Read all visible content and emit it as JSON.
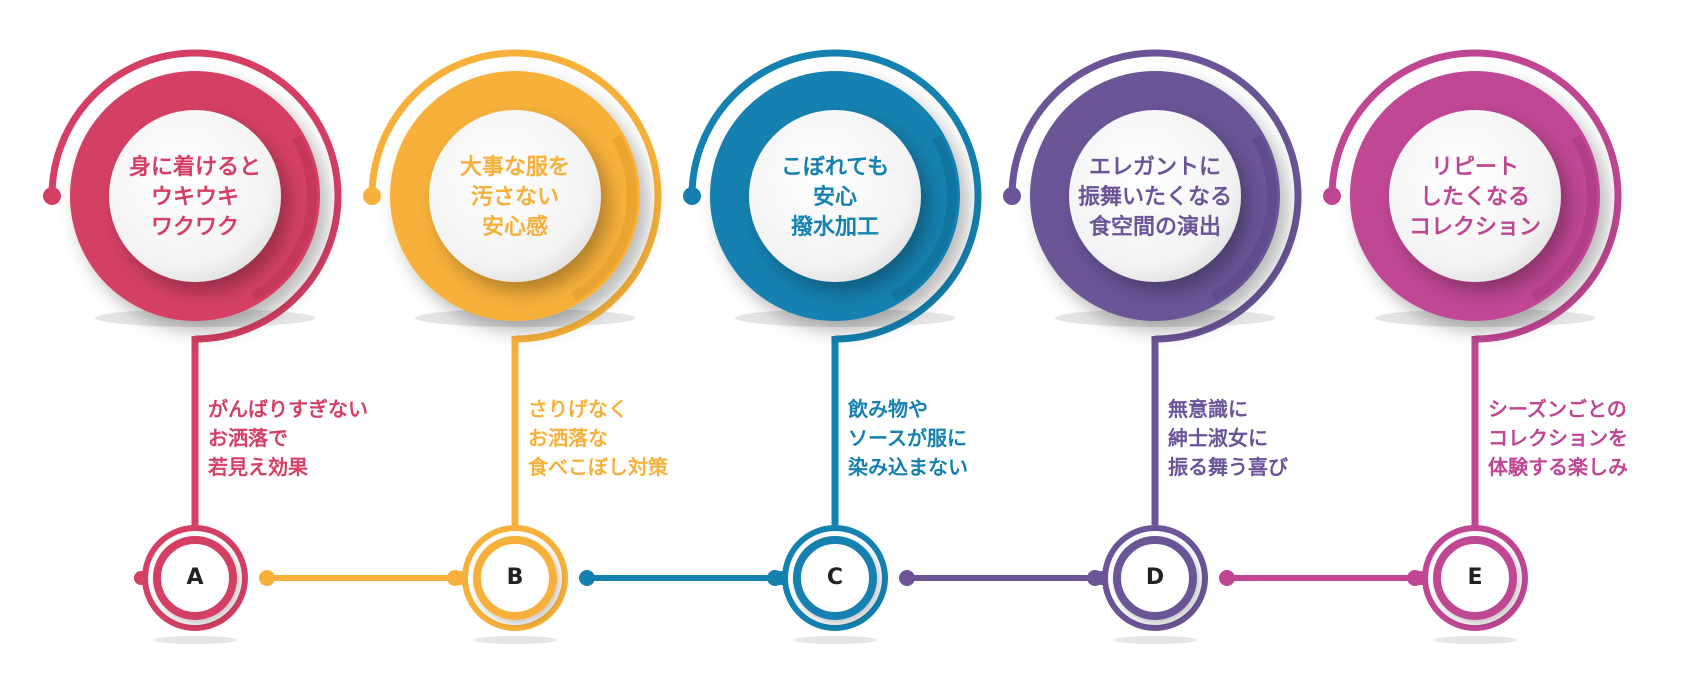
{
  "steps": [
    {
      "letter": "A",
      "title": [
        "身に着けると",
        "ウキウキ",
        "ワクワク"
      ],
      "desc": [
        "がんばりすぎない",
        "お洒落で",
        "若見え効果"
      ],
      "color": "#D43F63",
      "dark": "#A82A48"
    },
    {
      "letter": "B",
      "title": [
        "大事な服を",
        "汚さない",
        "安心感"
      ],
      "desc": [
        "さりげなく",
        "お洒落な",
        "食べこぼし対策"
      ],
      "color": "#F7B13A",
      "dark": "#D08C1C"
    },
    {
      "letter": "C",
      "title": [
        "こぼれても",
        "安心",
        "撥水加工"
      ],
      "desc": [
        "飲み物や",
        "ソースが服に",
        "染み込まない"
      ],
      "color": "#1481B0",
      "dark": "#0C5F85"
    },
    {
      "letter": "D",
      "title": [
        "エレガントに",
        "振舞いたくなる",
        "食空間の演出"
      ],
      "desc": [
        "無意識に",
        "紳士淑女に",
        "振る舞う喜び"
      ],
      "color": "#6B5497",
      "dark": "#4E3B75"
    },
    {
      "letter": "E",
      "title": [
        "リピート",
        "したくなる",
        "コレクション"
      ],
      "desc": [
        "シーズンごとの",
        "コレクションを",
        "体験する楽しみ"
      ],
      "color": "#C04694",
      "dark": "#963070"
    }
  ]
}
